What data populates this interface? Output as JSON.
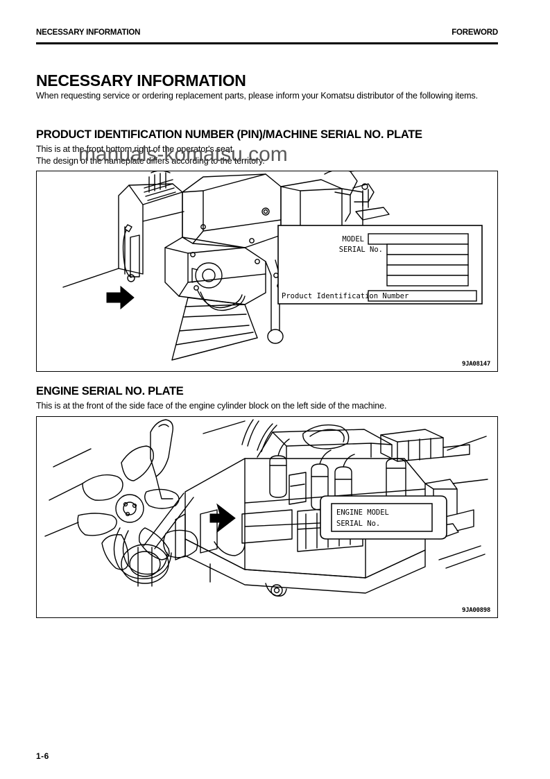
{
  "header": {
    "left_title": "NECESSARY INFORMATION",
    "right_title": "FOREWORD"
  },
  "watermark": {
    "text": "manuals-komatsu.com"
  },
  "main": {
    "title": "NECESSARY INFORMATION",
    "intro": "When requesting service or ordering replacement parts, please inform your Komatsu distributor of the following items.",
    "sections": [
      {
        "heading": "PRODUCT IDENTIFICATION NUMBER (PIN)/MACHINE SERIAL NO. PLATE",
        "lines": [
          "This is at the front bottom right of the operator's seat.",
          "The design of the nameplate differs according to the territory."
        ],
        "figure": {
          "code": "9JA08147",
          "caption_fields": [
            "MODEL",
            "SERIAL No.",
            "Product Identification Number"
          ]
        }
      },
      {
        "heading": "ENGINE SERIAL NO. PLATE",
        "lines": [
          "This is at the front of the side face of the engine cylinder block on the left side of the machine."
        ],
        "figure": {
          "code": "9JA00898",
          "caption_fields": [
            "ENGINE MODEL",
            "SERIAL No."
          ]
        }
      }
    ]
  },
  "footer": {
    "page_number": "1-6"
  }
}
